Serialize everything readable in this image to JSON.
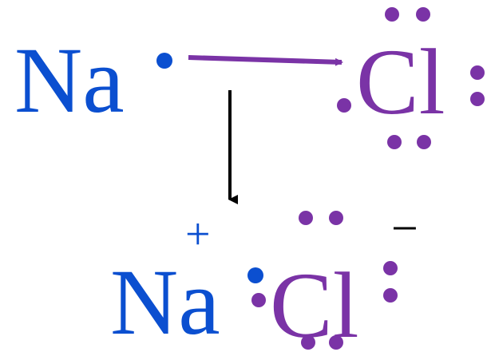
{
  "reactant": {
    "sodium_symbol": "Na",
    "chlorine_symbol": "Cl"
  },
  "product": {
    "sodium_symbol": "Na",
    "sodium_charge": "+",
    "chlorine_symbol": "Cl",
    "chlorine_charge": "−"
  },
  "colors": {
    "sodium": "#0b4fd0",
    "chlorine": "#7a33a6",
    "arrow": "#7a33a6",
    "down_arrow": "#000000"
  }
}
